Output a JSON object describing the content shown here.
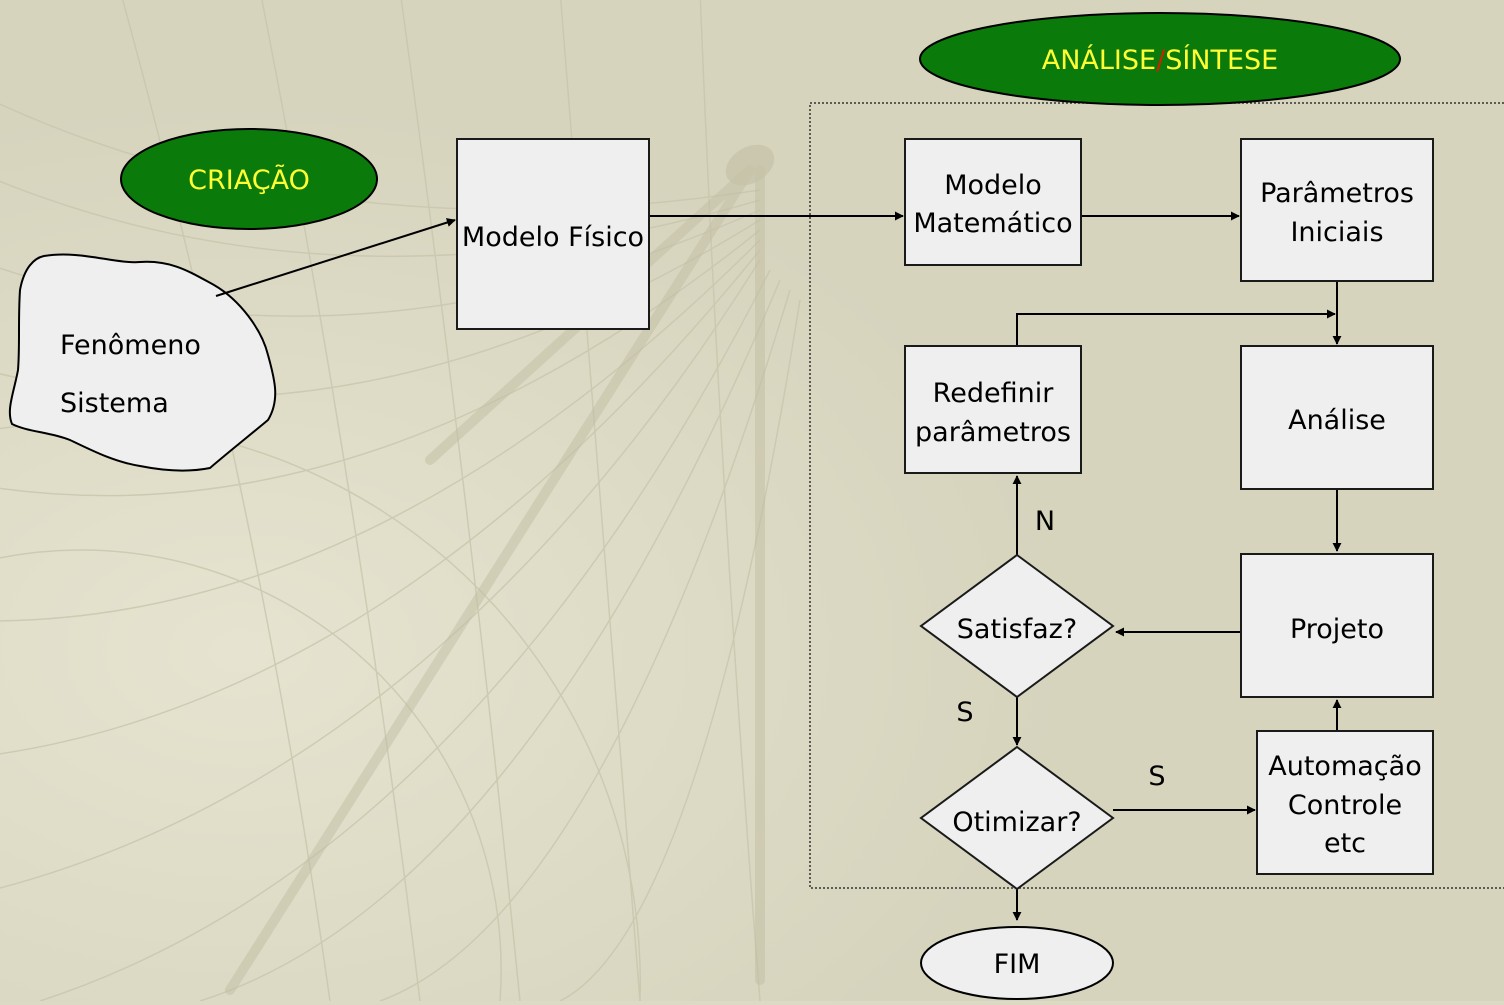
{
  "colors": {
    "background": "#dcdac4",
    "oval_fill": "#0a7a0a",
    "oval_text": "#ffff33",
    "box_fill": "#efefef",
    "line": "#000000"
  },
  "header": {
    "analise_sintese": {
      "part1": "ANÁLISE",
      "sep": "/",
      "part2": "SÍNTESE"
    },
    "criacao": "CRIAÇÃO"
  },
  "nodes": {
    "fenomeno": {
      "line1": "Fenômeno",
      "line2": "Sistema"
    },
    "modelo_fisico": "Modelo Físico",
    "modelo_matematico": {
      "line1": "Modelo",
      "line2": "Matemático"
    },
    "parametros_iniciais": {
      "line1": "Parâmetros",
      "line2": "Iniciais"
    },
    "redefinir": {
      "line1": "Redefinir",
      "line2": "parâmetros"
    },
    "analise": "Análise",
    "projeto": "Projeto",
    "satisfaz": "Satisfaz?",
    "otimizar": "Otimizar?",
    "automacao": {
      "line1": "Automação",
      "line2": "Controle",
      "line3": "etc"
    },
    "fim": "FIM"
  },
  "edge_labels": {
    "n": "N",
    "s_satisfaz": "S",
    "s_otimizar": "S"
  }
}
